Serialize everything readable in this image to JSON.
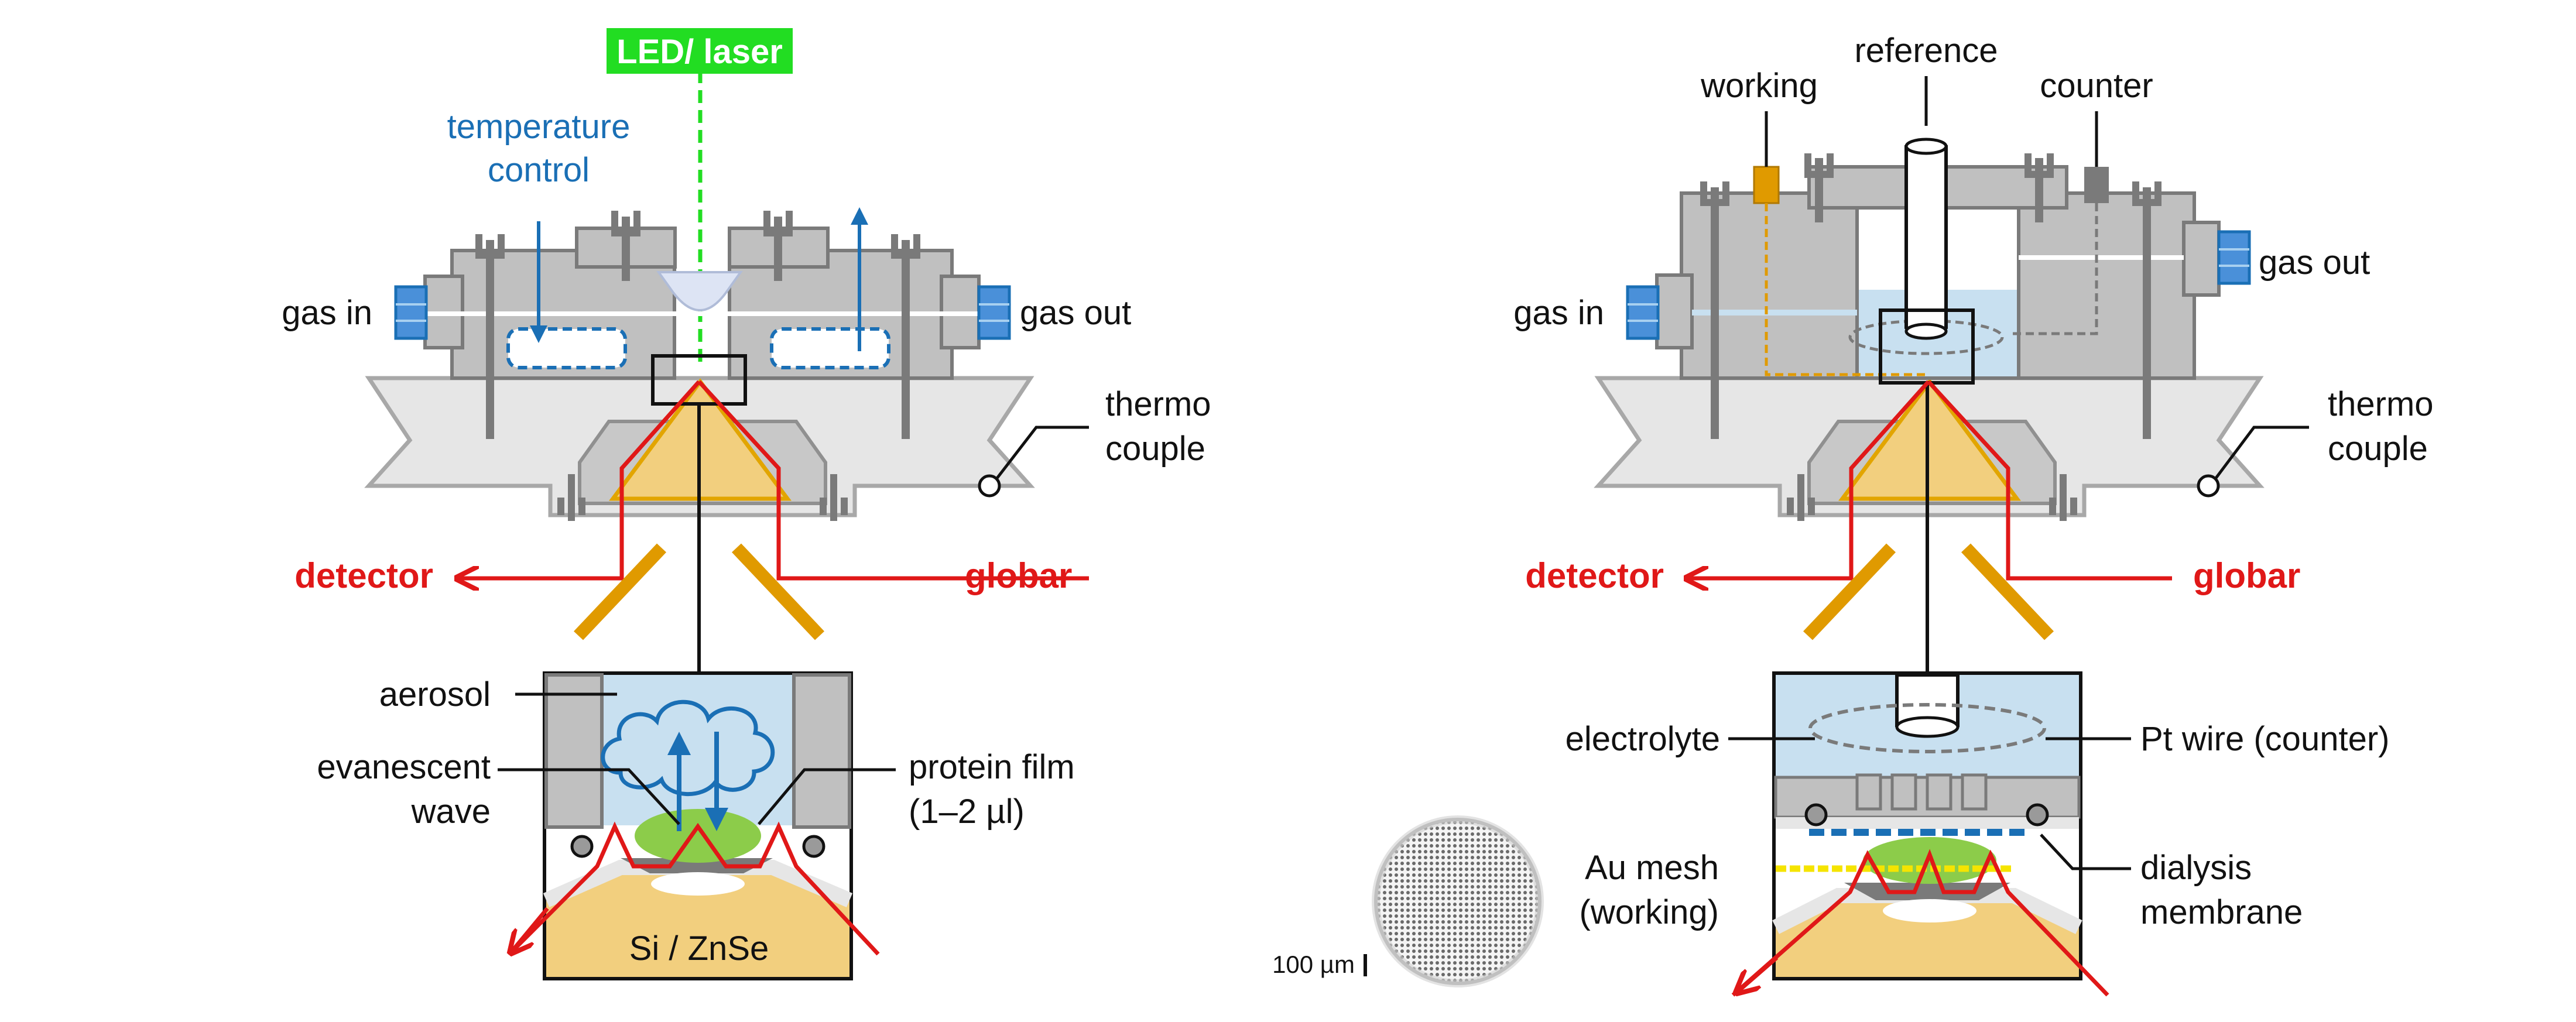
{
  "colors": {
    "gray_body": "#c0c0c0",
    "gray_dark": "#7a7a7a",
    "gray_light": "#e6e6e6",
    "crystal": "#f2cf7e",
    "crystal_edge": "#e2a500",
    "ir_beam": "#e01818",
    "mirror": "#e09a00",
    "led_green": "#22dd22",
    "temperature_blue": "#1a6fb5",
    "connector_blue": "#4a90d9",
    "electrolyte": "#c8e0f0",
    "protein_film": "#8ccc4a",
    "mesh_yellow": "#f5e400",
    "membrane_blue": "#1a6fb5"
  },
  "left_diagram": {
    "source_label": "LED/ laser",
    "temperature_label_line1": "temperature",
    "temperature_label_line2": "control",
    "gas_in": "gas in",
    "gas_out": "gas out",
    "thermocouple_line1": "thermo",
    "thermocouple_line2": "couple",
    "detector": "detector",
    "globar": "globar",
    "inset": {
      "aerosol": "aerosol",
      "evanescent_line1": "evanescent",
      "evanescent_line2": "wave",
      "protein_line1": "protein film",
      "protein_line2": "(1–2 µl)",
      "crystal": "Si / ZnSe"
    }
  },
  "right_diagram": {
    "working": "working",
    "reference": "reference",
    "counter": "counter",
    "gas_in": "gas in",
    "gas_out": "gas out",
    "thermocouple_line1": "thermo",
    "thermocouple_line2": "couple",
    "detector": "detector",
    "globar": "globar",
    "inset": {
      "electrolyte": "electrolyte",
      "pt_wire": "Pt wire (counter)",
      "au_mesh_line1": "Au mesh",
      "au_mesh_line2": "(working)",
      "dialysis_line1": "dialysis",
      "dialysis_line2": "membrane"
    },
    "mesh_scale": "100 µm"
  },
  "icons": {
    "mesh_micrograph": "mesh-micrograph-icon",
    "arrow": "arrow-icon"
  }
}
